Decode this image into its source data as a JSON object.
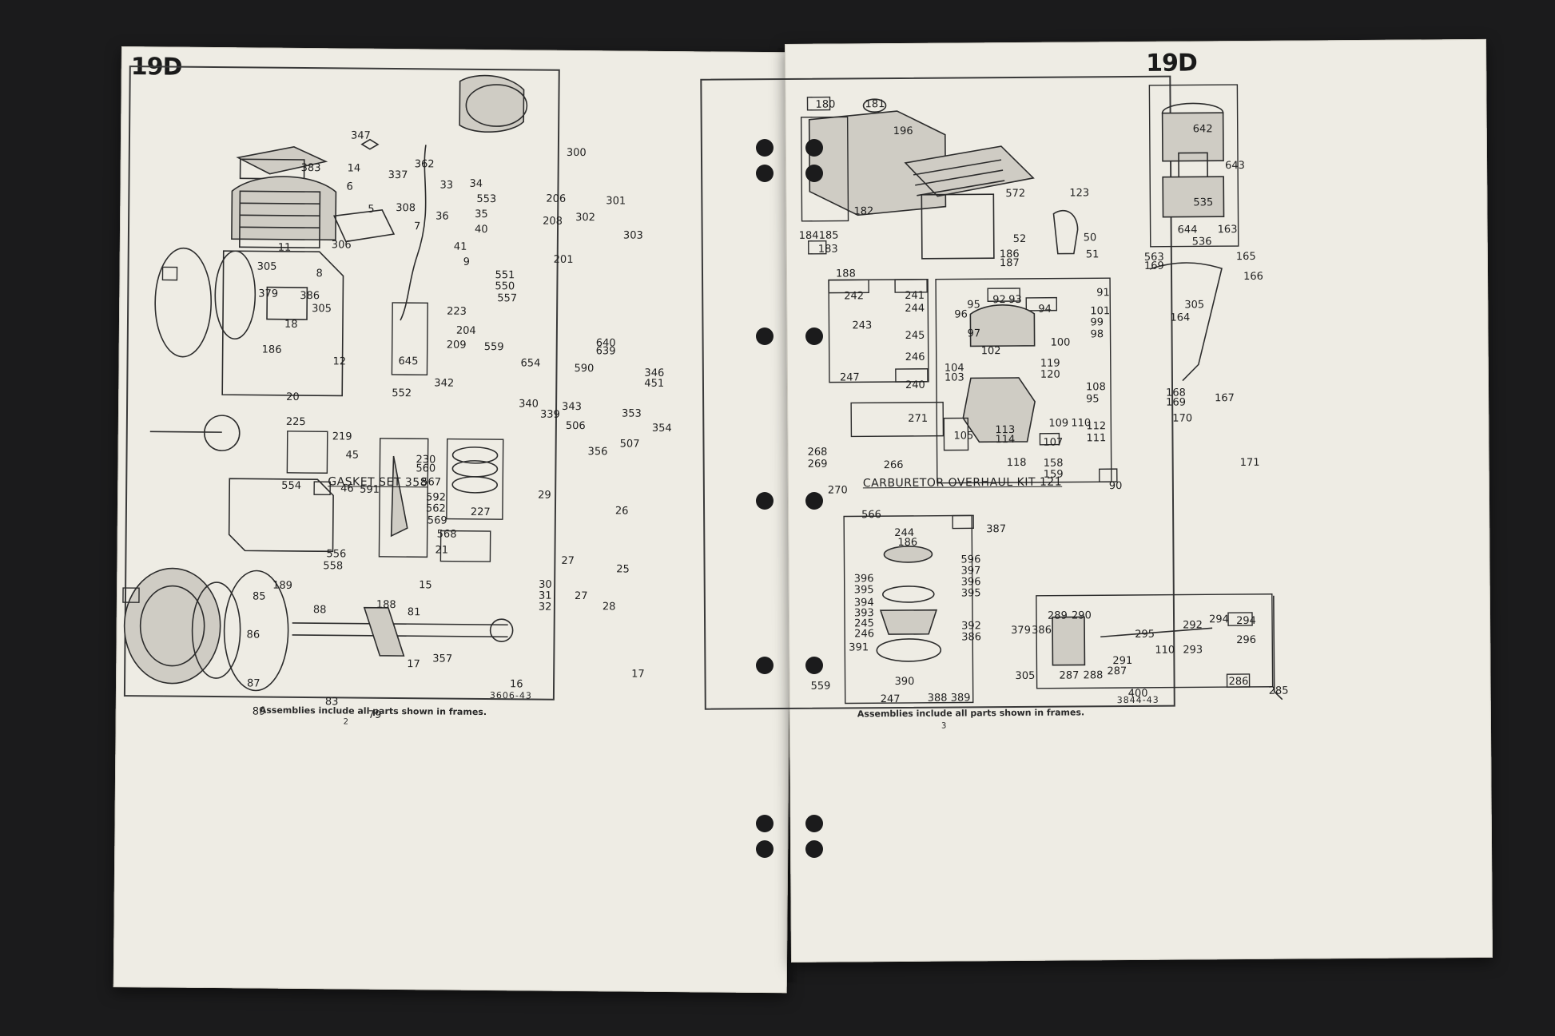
{
  "left": {
    "page_id": "19D",
    "heading": "GASKET SET 358",
    "caption": "Assemblies include all parts shown in frames.",
    "page_number": "2",
    "drawing_number": "3606-43",
    "callouts": [
      [
        "383",
        226,
        144
      ],
      [
        "347",
        288,
        103
      ],
      [
        "14",
        284,
        144
      ],
      [
        "337",
        335,
        152
      ],
      [
        "362",
        368,
        138
      ],
      [
        "33",
        400,
        164
      ],
      [
        "34",
        437,
        162
      ],
      [
        "6",
        283,
        167
      ],
      [
        "300",
        558,
        122
      ],
      [
        "308",
        345,
        193
      ],
      [
        "5",
        310,
        195
      ],
      [
        "7",
        368,
        216
      ],
      [
        "553",
        446,
        181
      ],
      [
        "206",
        533,
        180
      ],
      [
        "301",
        608,
        182
      ],
      [
        "302",
        570,
        203
      ],
      [
        "303",
        630,
        225
      ],
      [
        "36",
        395,
        203
      ],
      [
        "35",
        444,
        200
      ],
      [
        "208",
        529,
        208
      ],
      [
        "40",
        444,
        219
      ],
      [
        "11",
        198,
        244
      ],
      [
        "306",
        265,
        240
      ],
      [
        "41",
        418,
        241
      ],
      [
        "201",
        543,
        256
      ],
      [
        "8",
        246,
        276
      ],
      [
        "305",
        172,
        268
      ],
      [
        "9",
        430,
        260
      ],
      [
        "551",
        470,
        276
      ],
      [
        "550",
        470,
        290
      ],
      [
        "379",
        174,
        302
      ],
      [
        "386",
        226,
        304
      ],
      [
        "557",
        473,
        305
      ],
      [
        "305",
        241,
        320
      ],
      [
        "223",
        410,
        322
      ],
      [
        "204",
        422,
        346
      ],
      [
        "559",
        457,
        366
      ],
      [
        "18",
        207,
        340
      ],
      [
        "186",
        179,
        372
      ],
      [
        "12",
        268,
        386
      ],
      [
        "645",
        350,
        385
      ],
      [
        "640",
        597,
        360
      ],
      [
        "639",
        597,
        370
      ],
      [
        "209",
        410,
        364
      ],
      [
        "654",
        503,
        386
      ],
      [
        "590",
        570,
        392
      ],
      [
        "346",
        658,
        397
      ],
      [
        "451",
        658,
        410
      ],
      [
        "342",
        395,
        412
      ],
      [
        "552",
        342,
        425
      ],
      [
        "340",
        501,
        437
      ],
      [
        "343",
        555,
        440
      ],
      [
        "20",
        210,
        431
      ],
      [
        "353",
        630,
        448
      ],
      [
        "339",
        528,
        450
      ],
      [
        "225",
        210,
        462
      ],
      [
        "219",
        268,
        480
      ],
      [
        "506",
        560,
        464
      ],
      [
        "354",
        668,
        466
      ],
      [
        "507",
        628,
        486
      ],
      [
        "356",
        588,
        496
      ],
      [
        "45",
        285,
        503
      ],
      [
        "230",
        373,
        508
      ],
      [
        "560",
        373,
        519
      ],
      [
        "567",
        380,
        536
      ],
      [
        "554",
        205,
        542
      ],
      [
        "46",
        279,
        545
      ],
      [
        "591",
        303,
        546
      ],
      [
        "29",
        526,
        551
      ],
      [
        "26",
        623,
        570
      ],
      [
        "592",
        386,
        555
      ],
      [
        "562",
        386,
        569
      ],
      [
        "227",
        442,
        573
      ],
      [
        "569",
        388,
        584
      ],
      [
        "568",
        400,
        601
      ],
      [
        "21",
        398,
        621
      ],
      [
        "556",
        262,
        627
      ],
      [
        "27",
        556,
        633
      ],
      [
        "25",
        625,
        643
      ],
      [
        "558",
        258,
        642
      ],
      [
        "15",
        378,
        665
      ],
      [
        "30",
        528,
        663
      ],
      [
        "31",
        528,
        677
      ],
      [
        "27",
        573,
        677
      ],
      [
        "28",
        608,
        690
      ],
      [
        "189",
        195,
        667
      ],
      [
        "85",
        170,
        681
      ],
      [
        "32",
        528,
        691
      ],
      [
        "88",
        246,
        697
      ],
      [
        "188",
        325,
        690
      ],
      [
        "81",
        364,
        699
      ],
      [
        "17",
        364,
        764
      ],
      [
        "357",
        396,
        757
      ],
      [
        "16",
        493,
        788
      ],
      [
        "17",
        645,
        774
      ],
      [
        "87",
        164,
        790
      ],
      [
        "83",
        262,
        812
      ],
      [
        "79",
        316,
        828
      ],
      [
        "89",
        171,
        825
      ],
      [
        "86",
        163,
        729
      ]
    ]
  },
  "right": {
    "page_id": "19D",
    "heading": "CARBURETOR OVERHAUL KIT 121",
    "caption": "Assemblies include all parts shown in frames.",
    "page_number": "3",
    "drawing_number": "3844-43",
    "callouts": [
      [
        "180",
        148,
        70
      ],
      [
        "181",
        210,
        70
      ],
      [
        "196",
        245,
        104
      ],
      [
        "642",
        620,
        104
      ],
      [
        "643",
        660,
        150
      ],
      [
        "572",
        385,
        183
      ],
      [
        "123",
        465,
        183
      ],
      [
        "182",
        195,
        204
      ],
      [
        "535",
        620,
        196
      ],
      [
        "184",
        126,
        234
      ],
      [
        "185",
        151,
        234
      ],
      [
        "52",
        394,
        240
      ],
      [
        "50",
        482,
        239
      ],
      [
        "644",
        600,
        230
      ],
      [
        "163",
        650,
        230
      ],
      [
        "536",
        618,
        245
      ],
      [
        "183",
        150,
        251
      ],
      [
        "186",
        377,
        259
      ],
      [
        "187",
        377,
        270
      ],
      [
        "51",
        485,
        260
      ],
      [
        "563",
        558,
        264
      ],
      [
        "169",
        558,
        275
      ],
      [
        "165",
        673,
        264
      ],
      [
        "166",
        682,
        289
      ],
      [
        "188",
        172,
        282
      ],
      [
        "242",
        182,
        310
      ],
      [
        "241",
        258,
        310
      ],
      [
        "244",
        258,
        326
      ],
      [
        "92",
        368,
        316
      ],
      [
        "93",
        388,
        316
      ],
      [
        "91",
        498,
        308
      ],
      [
        "95",
        336,
        322
      ],
      [
        "96",
        320,
        334
      ],
      [
        "94",
        425,
        328
      ],
      [
        "101",
        490,
        331
      ],
      [
        "305",
        608,
        324
      ],
      [
        "243",
        192,
        347
      ],
      [
        "99",
        490,
        345
      ],
      [
        "98",
        490,
        360
      ],
      [
        "164",
        590,
        340
      ],
      [
        "97",
        336,
        358
      ],
      [
        "245",
        258,
        360
      ],
      [
        "100",
        440,
        370
      ],
      [
        "102",
        353,
        380
      ],
      [
        "246",
        258,
        387
      ],
      [
        "104",
        307,
        401
      ],
      [
        "103",
        307,
        413
      ],
      [
        "119",
        427,
        396
      ],
      [
        "120",
        427,
        410
      ],
      [
        "247",
        176,
        412
      ],
      [
        "240",
        258,
        422
      ],
      [
        "108",
        484,
        426
      ],
      [
        "95",
        484,
        441
      ],
      [
        "168",
        584,
        434
      ],
      [
        "169",
        584,
        446
      ],
      [
        "167",
        645,
        441
      ],
      [
        "170",
        592,
        466
      ],
      [
        "109",
        437,
        471
      ],
      [
        "110",
        465,
        471
      ],
      [
        "112",
        484,
        475
      ],
      [
        "271",
        261,
        464
      ],
      [
        "105",
        318,
        486
      ],
      [
        "113",
        370,
        479
      ],
      [
        "114",
        370,
        491
      ],
      [
        "111",
        484,
        490
      ],
      [
        "107",
        430,
        495
      ],
      [
        "268",
        135,
        505
      ],
      [
        "269",
        135,
        520
      ],
      [
        "266",
        230,
        522
      ],
      [
        "171",
        676,
        522
      ],
      [
        "118",
        384,
        520
      ],
      [
        "158",
        430,
        521
      ],
      [
        "159",
        430,
        535
      ],
      [
        "270",
        160,
        553
      ],
      [
        "90",
        512,
        550
      ],
      [
        "566",
        202,
        584
      ],
      [
        "244",
        243,
        607
      ],
      [
        "186",
        247,
        619
      ],
      [
        "387",
        358,
        603
      ],
      [
        "596",
        326,
        641
      ],
      [
        "397",
        326,
        655
      ],
      [
        "396",
        192,
        664
      ],
      [
        "396",
        326,
        669
      ],
      [
        "395",
        192,
        678
      ],
      [
        "395",
        326,
        683
      ],
      [
        "394",
        192,
        694
      ],
      [
        "393",
        192,
        707
      ],
      [
        "245",
        192,
        720
      ],
      [
        "246",
        192,
        733
      ],
      [
        "392",
        326,
        724
      ],
      [
        "386",
        326,
        738
      ],
      [
        "391",
        185,
        750
      ],
      [
        "379",
        388,
        730
      ],
      [
        "386",
        414,
        730
      ],
      [
        "289",
        434,
        712
      ],
      [
        "290",
        464,
        712
      ],
      [
        "295",
        543,
        736
      ],
      [
        "292",
        603,
        725
      ],
      [
        "294",
        636,
        718
      ],
      [
        "294",
        670,
        720
      ],
      [
        "296",
        670,
        744
      ],
      [
        "110",
        568,
        756
      ],
      [
        "293",
        603,
        756
      ],
      [
        "291",
        515,
        769
      ],
      [
        "288",
        478,
        787
      ],
      [
        "287",
        448,
        787
      ],
      [
        "287",
        508,
        782
      ],
      [
        "305",
        393,
        787
      ],
      [
        "559",
        137,
        798
      ],
      [
        "390",
        242,
        793
      ],
      [
        "247",
        224,
        815
      ],
      [
        "388",
        283,
        814
      ],
      [
        "389",
        312,
        814
      ],
      [
        "286",
        660,
        796
      ],
      [
        "285",
        710,
        808
      ],
      [
        "400",
        534,
        810
      ]
    ]
  }
}
